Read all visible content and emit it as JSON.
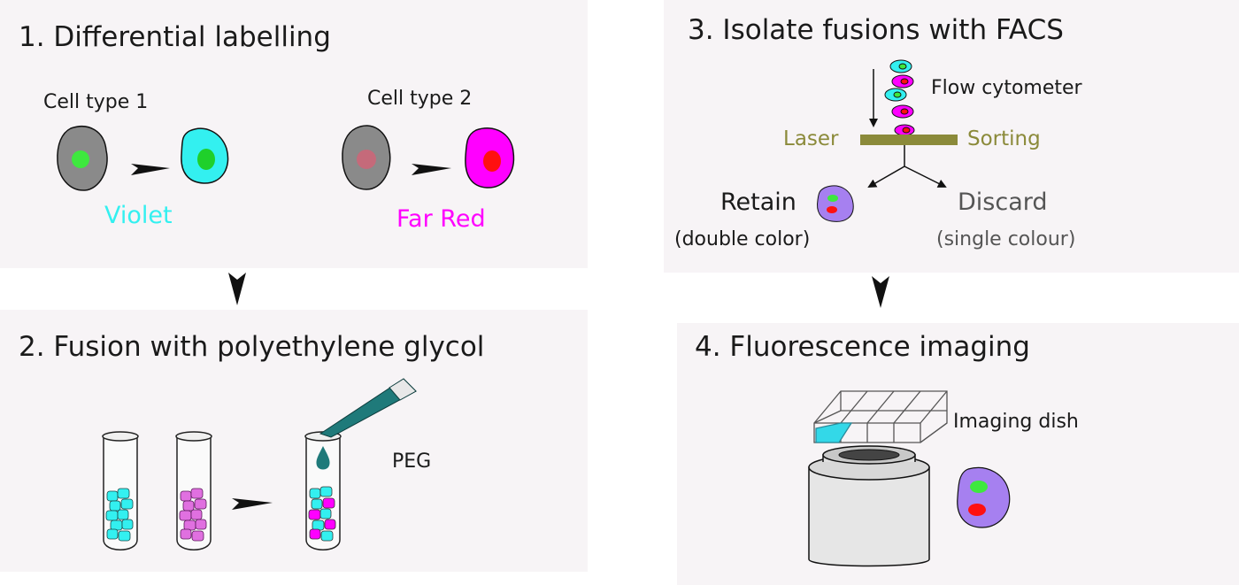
{
  "colors": {
    "panel_bg": "#f7f4f6",
    "violet_dye": "#33f0f0",
    "far_red_dye": "#ff00ff",
    "laser_sorting": "#8b8a3a",
    "fused_cell": "#a680f0",
    "pipette": "#1f7a7a",
    "muted_text": "#555555"
  },
  "panel1": {
    "title": "1. Differential labelling",
    "cell_type_1": "Cell type 1",
    "cell_type_2": "Cell type 2",
    "dye_1": "Violet",
    "dye_2": "Far Red"
  },
  "panel2": {
    "title": "2. Fusion with polyethylene glycol",
    "reagent": "PEG"
  },
  "panel3": {
    "title": "3. Isolate fusions with FACS",
    "instrument": "Flow cytometer",
    "laser": "Laser",
    "sorting": "Sorting",
    "retain": "Retain",
    "retain_note": "(double color)",
    "discard": "Discard",
    "discard_note": "(single colour)"
  },
  "panel4": {
    "title": "4. Fluorescence imaging",
    "dish": "Imaging dish"
  }
}
